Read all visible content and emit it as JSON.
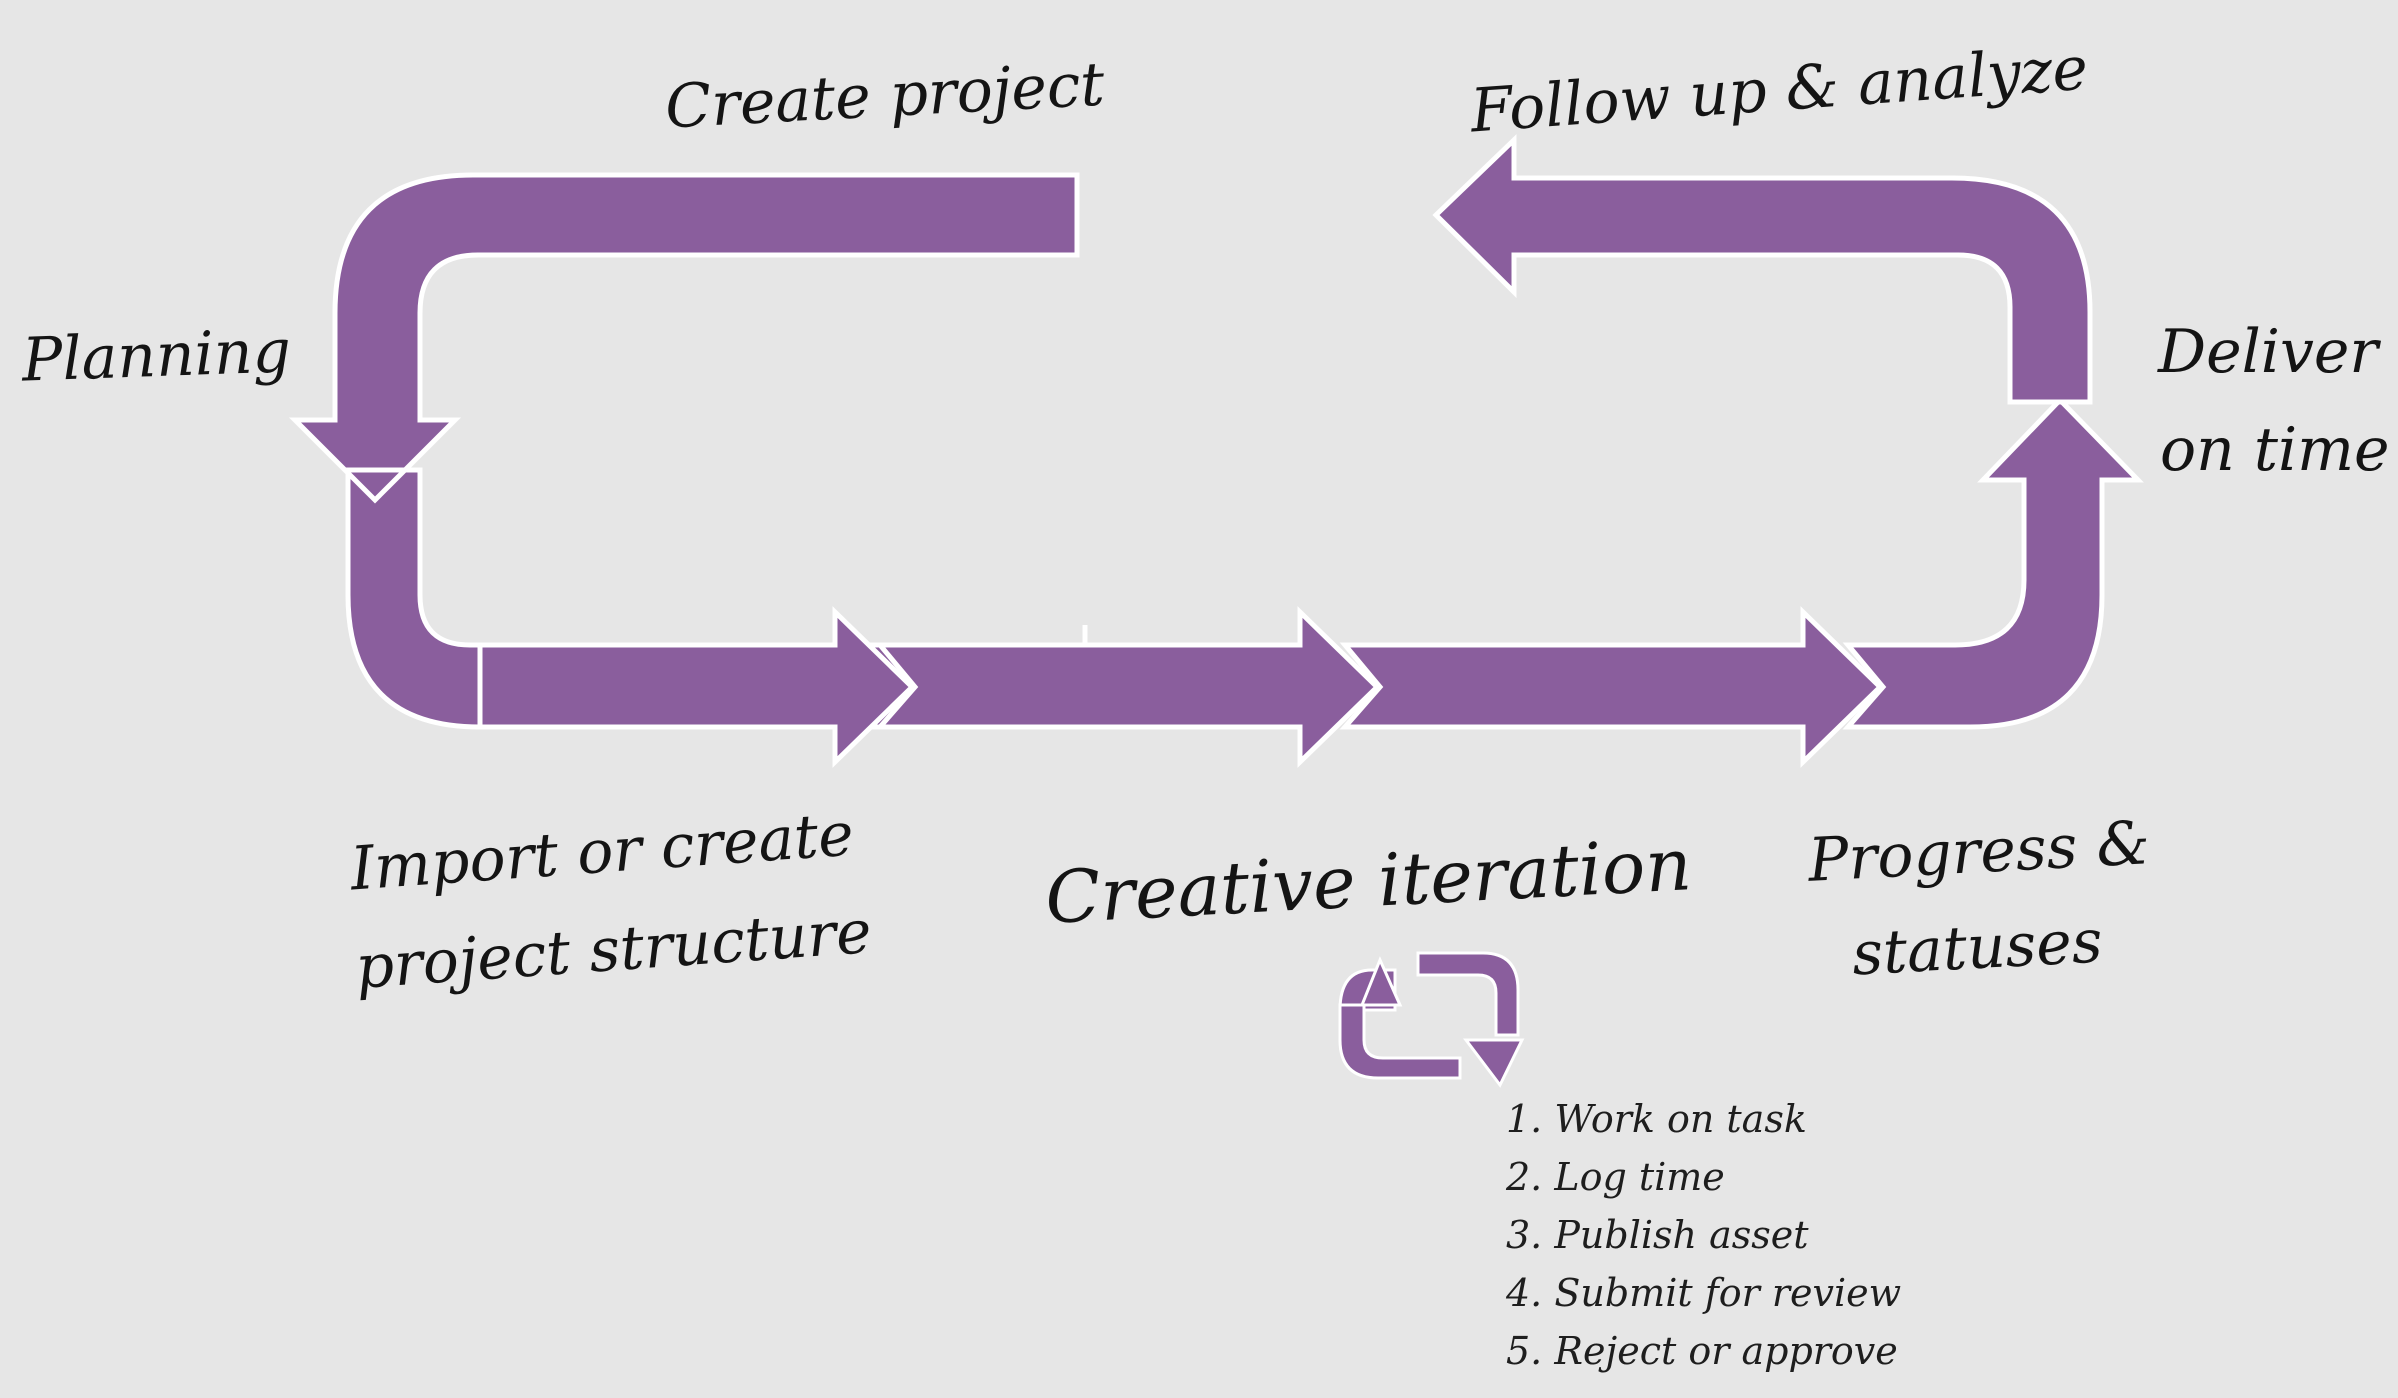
{
  "diagram": {
    "colors": {
      "arrow_fill": "#8a5e9d",
      "arrow_stroke": "#ffffff",
      "background": "#e6e6e6"
    },
    "labels": {
      "create_project": "Create project",
      "follow_up": "Follow up & analyze",
      "planning": "Planning",
      "deliver_line1": "Deliver",
      "deliver_line2": "on time",
      "import_line1": "Import or create",
      "import_line2": "project structure",
      "creative_iteration": "Creative iteration",
      "progress_line1": "Progress &",
      "progress_line2": "statuses"
    },
    "iteration_icon": "repeat-loop-icon",
    "steps": [
      "1. Work on task",
      "2. Log time",
      "3. Publish asset",
      "4. Submit for review",
      "5. Reject or approve"
    ]
  }
}
